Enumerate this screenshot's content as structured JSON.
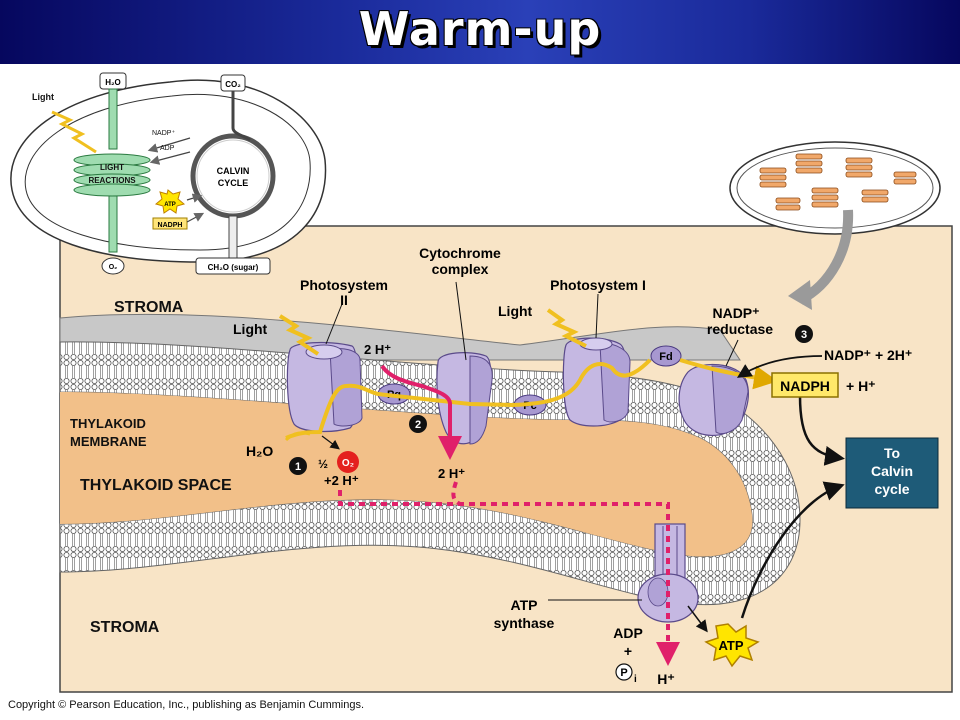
{
  "title": "Warm-up",
  "copyright": "Copyright © Pearson Education, Inc., publishing as Benjamin Cummings.",
  "colors": {
    "title_bar": "#1a2a9a",
    "stroma_bg": "#f8e4c6",
    "thylakoid_space": "#f2c089",
    "membrane_grey": "#c8c8c8",
    "protein": "#c5b8e2",
    "electron_path": "#f0c020",
    "proton_path": "#e0206a",
    "calvin_box": "#1e5b78",
    "light_reactions": "#9fdcb0"
  },
  "inset": {
    "light": "Light",
    "h2o": "H₂O",
    "co2": "CO₂",
    "nadp": "NADP⁺",
    "adp": "ADP",
    "light_reactions": [
      "LIGHT",
      "REACTIONS"
    ],
    "calvin_cycle": [
      "CALVIN",
      "CYCLE"
    ],
    "atp": "ATP",
    "nadph": "NADPH",
    "o2": "O₂",
    "sugar": "CH₂O (sugar)"
  },
  "labels": {
    "stroma_top": "STROMA",
    "stroma_bottom": "STROMA",
    "thylakoid_membrane": [
      "THYLAKOID",
      "MEMBRANE"
    ],
    "thylakoid_space": "THYLAKOID SPACE",
    "photosystem2": [
      "Photosystem",
      "II"
    ],
    "cytochrome": [
      "Cytochrome",
      "complex"
    ],
    "photosystem1": "Photosystem I",
    "nadp_reductase": [
      "NADP⁺",
      "reductase"
    ],
    "light_1": "Light",
    "light_2": "Light",
    "two_h_top": "2 H⁺",
    "two_h_mid": "2 H⁺",
    "h2o": "H₂O",
    "half": "½",
    "o2": "O₂",
    "plus_2h": "+2 H⁺",
    "pq": "Pq",
    "pc": "Pc",
    "fd": "Fd",
    "nadp_plus_2h": "NADP⁺ + 2H⁺",
    "nadph": "NADPH",
    "plus_h": "+ H⁺",
    "to_calvin": [
      "To",
      "Calvin",
      "cycle"
    ],
    "atp_synthase": [
      "ATP",
      "synthase"
    ],
    "adp": "ADP",
    "plus": "+",
    "pi": "P",
    "pi_sub": "i",
    "atp": "ATP",
    "h_out": "H⁺",
    "step1": "1",
    "step2": "2",
    "step3": "3"
  }
}
